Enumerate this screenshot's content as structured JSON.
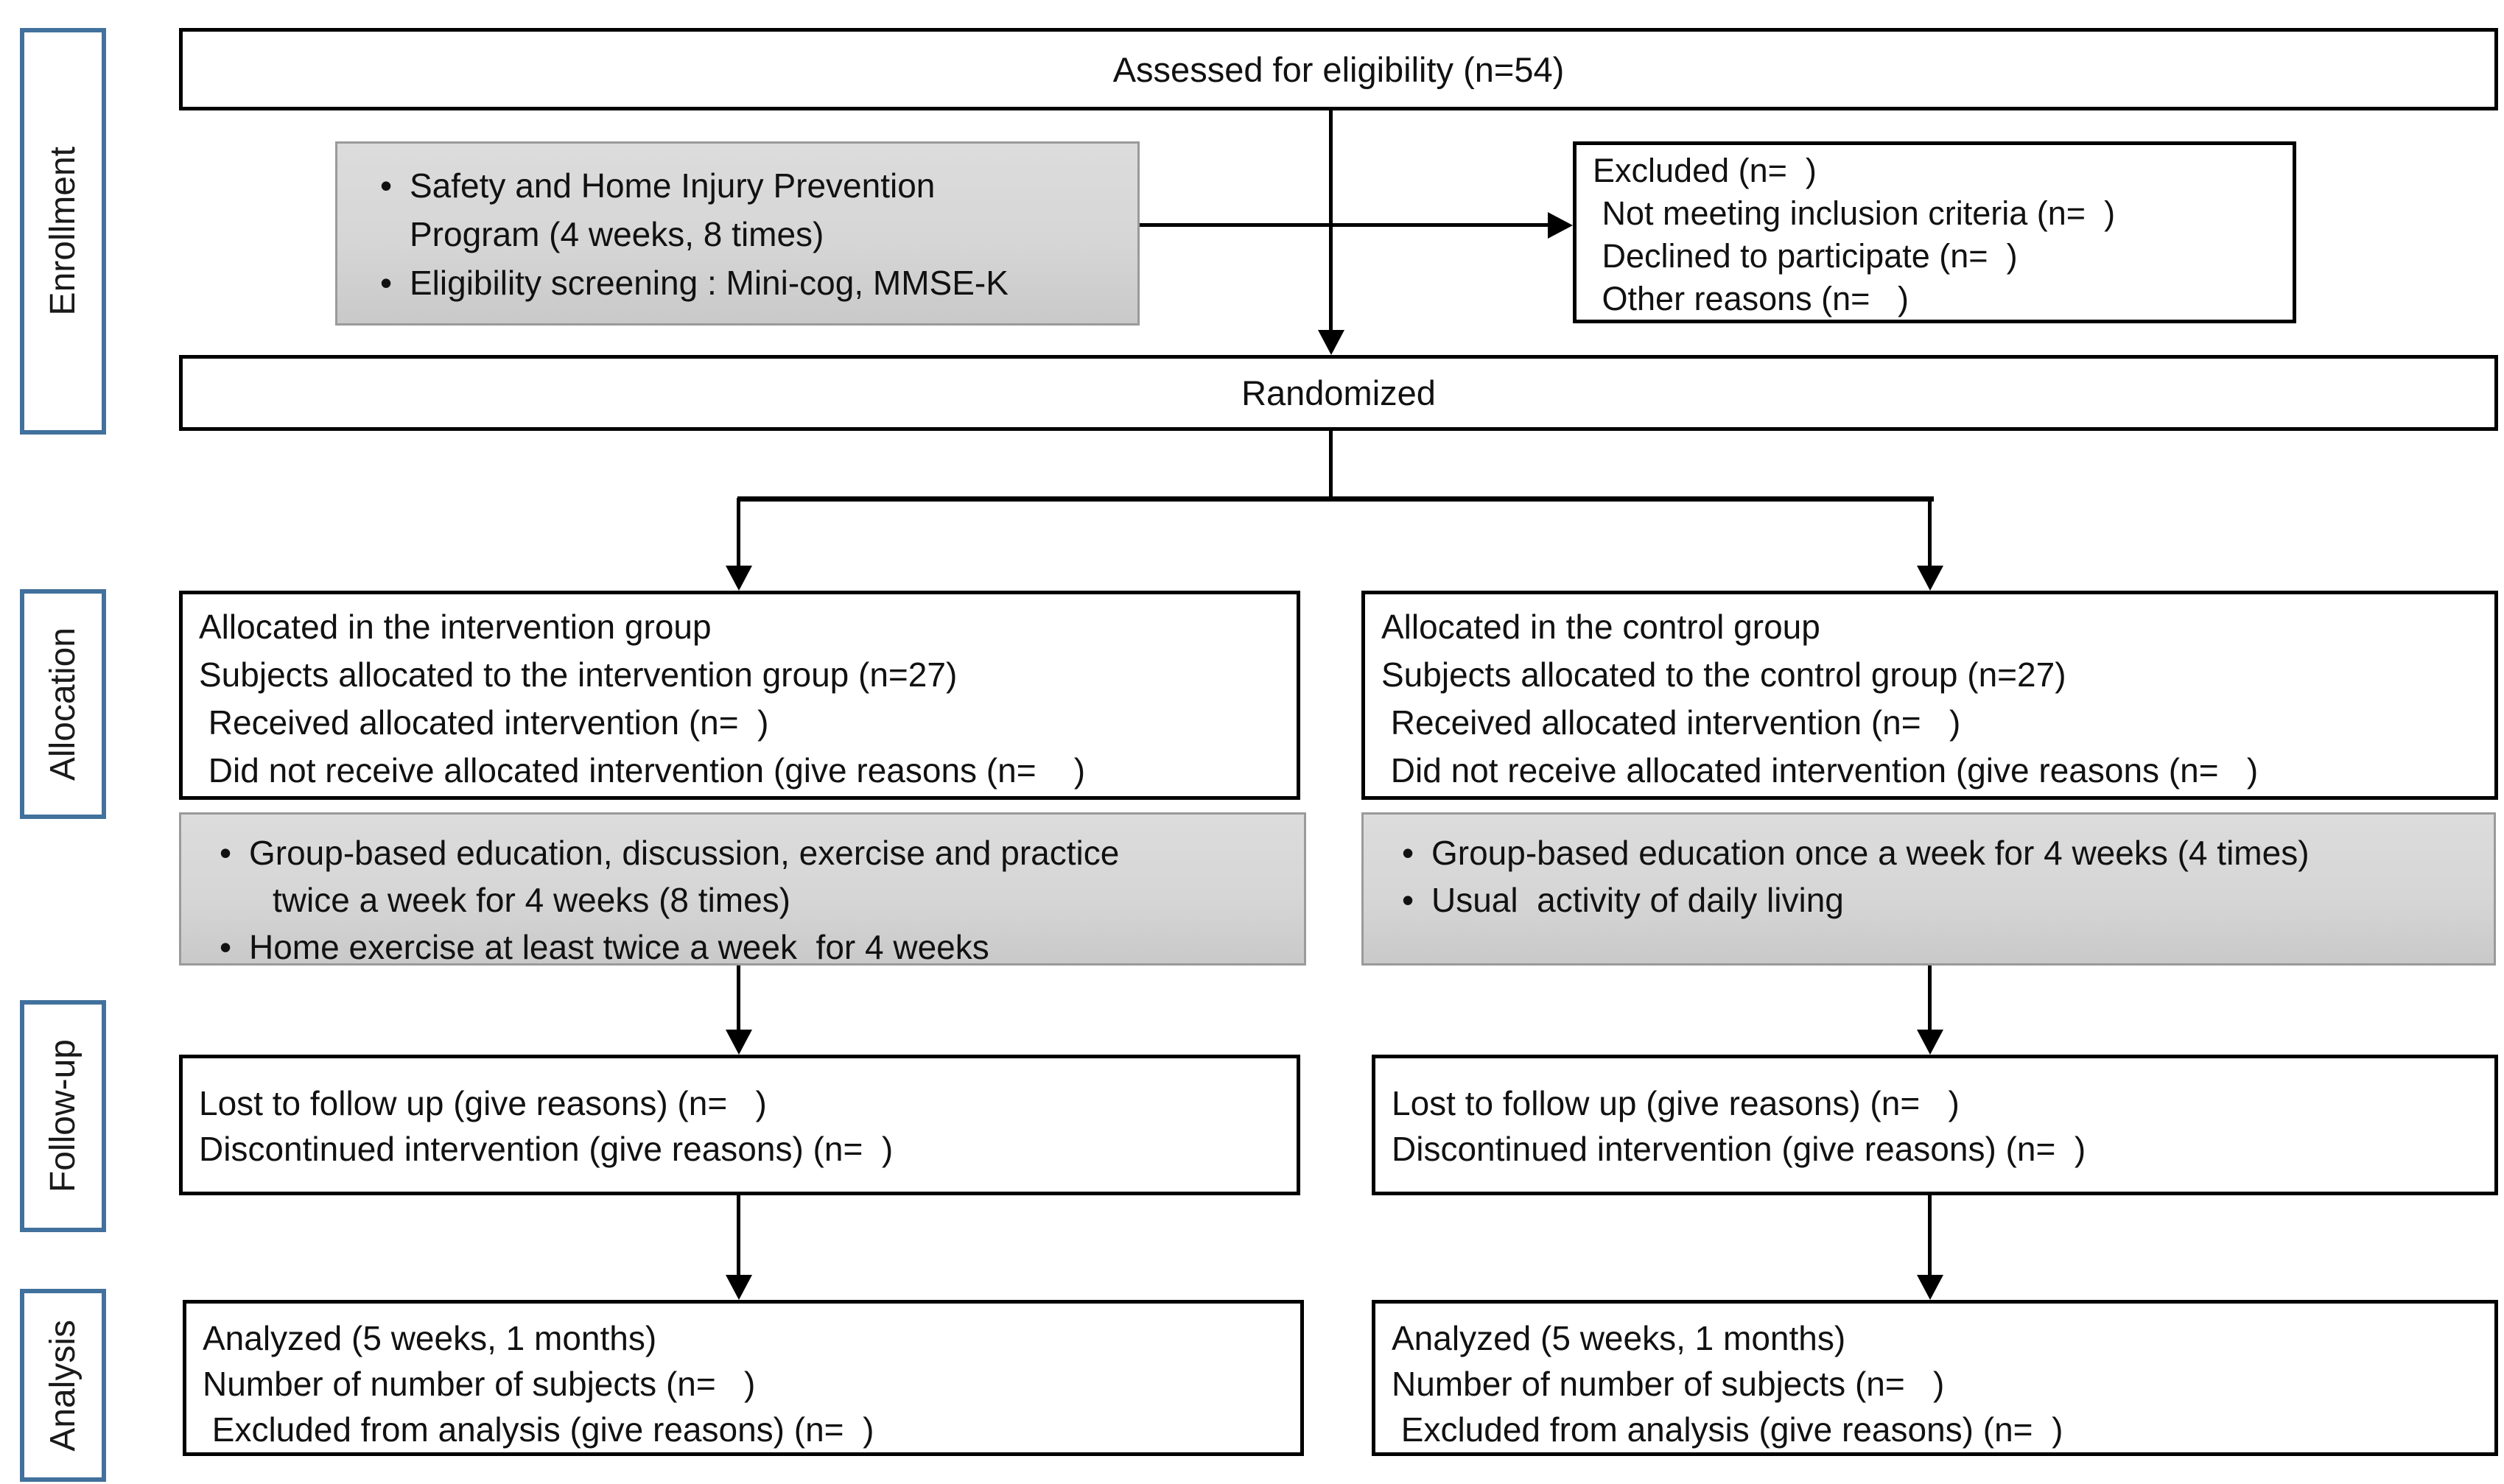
{
  "palette": {
    "stage_border": "#41719C",
    "box_border": "#000000",
    "gray_fill": "#d6d6d6",
    "gray_border": "#9a9a9a",
    "text": "#1a1a1a"
  },
  "stages": {
    "enrollment": "Enrollment",
    "allocation": "Allocation",
    "followup": "Follow-up",
    "analysis": "Analysis"
  },
  "boxes": {
    "assessed": "Assessed for eligibility (n=54)",
    "randomized": "Randomized",
    "enrollment_note": {
      "items": [
        {
          "text": "Safety and Home Injury Prevention"
        },
        {
          "text": "Program (4 weeks, 8 times)"
        },
        {
          "text": "Eligibility screening : Mini-cog, MMSE-K"
        }
      ]
    },
    "excluded": {
      "lines": [
        "Excluded (n=  )",
        " Not meeting inclusion criteria (n=  )",
        " Declined to participate (n=  )",
        " Other reasons (n=   )"
      ]
    },
    "alloc_intervention": {
      "lines": [
        "Allocated in the intervention group",
        "Subjects allocated to the intervention group (n=27)",
        " Received allocated intervention (n=  )",
        " Did not receive allocated intervention (give reasons (n=    )"
      ]
    },
    "alloc_control": {
      "lines": [
        "Allocated in the control group",
        "Subjects allocated to the control group (n=27)",
        " Received allocated intervention (n=   )",
        " Did not receive allocated intervention (give reasons (n=   )"
      ]
    },
    "intervention_program": {
      "items": [
        {
          "text": "Group-based education, discussion, exercise and practice"
        },
        {
          "text": "twice a week for 4 weeks (8 times)"
        },
        {
          "text": "Home exercise at least twice a week  for 4 weeks"
        }
      ]
    },
    "control_program": {
      "items": [
        {
          "text": "Group-based education once a week for 4 weeks (4 times)"
        },
        {
          "text": "Usual  activity of daily living"
        }
      ]
    },
    "followup_intervention": {
      "lines": [
        "Lost to follow up (give reasons) (n=   )",
        "Discontinued intervention (give reasons) (n=  )"
      ]
    },
    "followup_control": {
      "lines": [
        "Lost to follow up (give reasons) (n=   )",
        "Discontinued intervention (give reasons) (n=  )"
      ]
    },
    "analysis_intervention": {
      "lines": [
        "Analyzed (5 weeks, 1 months)",
        "Number of number of subjects (n=   )",
        " Excluded from analysis (give reasons) (n=  )"
      ]
    },
    "analysis_control": {
      "lines": [
        "Analyzed (5 weeks, 1 months)",
        "Number of number of subjects (n=   )",
        " Excluded from analysis (give reasons) (n=  )"
      ]
    }
  }
}
